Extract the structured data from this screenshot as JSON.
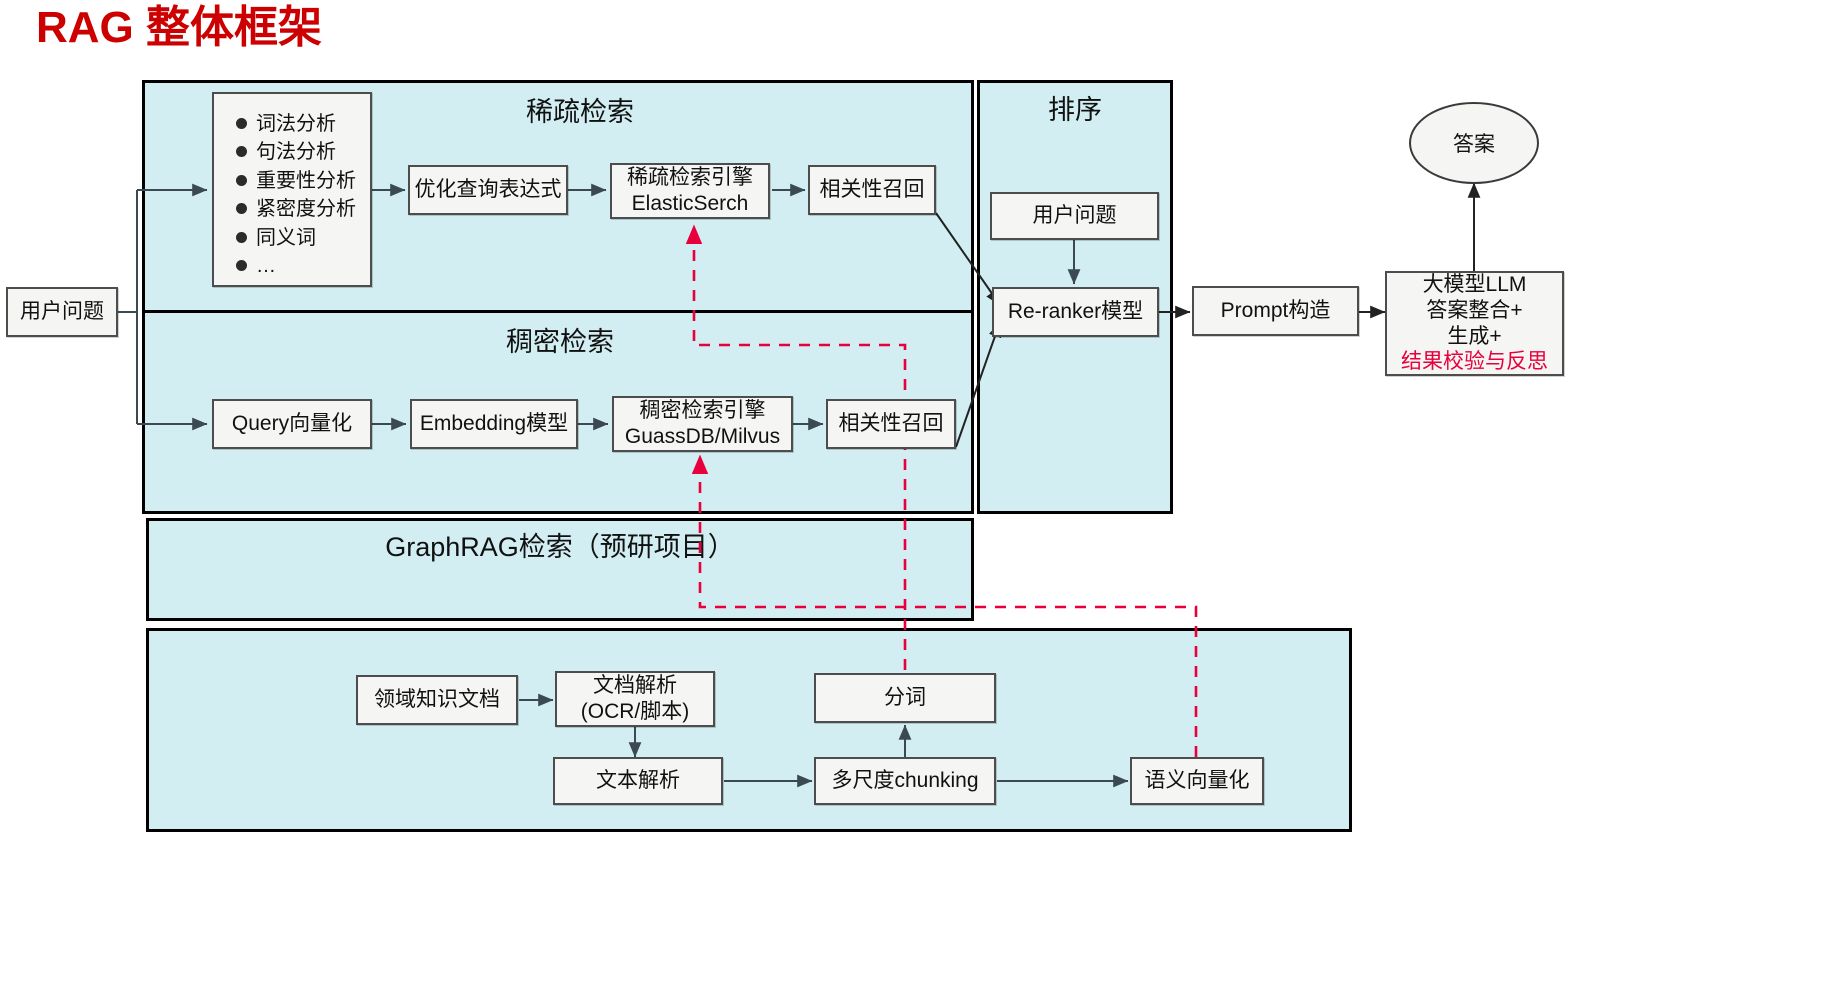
{
  "title": "RAG 整体框架",
  "colors": {
    "title": "#cc0000",
    "panel_fill": "#d2eef2",
    "panel_border": "#000000",
    "box_fill": "#f5f5f3",
    "box_border": "#4d4d4d",
    "dashed_flow": "#e8003c",
    "accent_red_text": "#e8003c"
  },
  "entry": {
    "label": "用户问题"
  },
  "sparse": {
    "panel_title": "稀疏检索",
    "analysis_bullets": [
      "词法分析",
      "句法分析",
      "重要性分析",
      "紧密度分析",
      "同义词",
      "…"
    ],
    "steps": [
      {
        "label": "优化查询表达式"
      },
      {
        "line1": "稀疏检索引擎",
        "line2": "ElasticSerch"
      },
      {
        "label": "相关性召回"
      }
    ]
  },
  "dense": {
    "panel_title": "稠密检索",
    "steps": [
      {
        "label": "Query向量化"
      },
      {
        "label": "Embedding模型"
      },
      {
        "line1": "稠密检索引擎",
        "line2": "GuassDB/Milvus"
      },
      {
        "label": "相关性召回"
      }
    ]
  },
  "graphrag": {
    "panel_title": "GraphRAG检索（预研项目）"
  },
  "rank": {
    "panel_title": "排序",
    "user_question": "用户问题",
    "reranker": "Re-ranker模型"
  },
  "generation": {
    "prompt_build": "Prompt构造",
    "llm": {
      "line1": "大模型LLM",
      "line2": "答案整合+",
      "line3": "生成+",
      "line4_red": "结果校验与反思"
    },
    "answer": "答案"
  },
  "ingestion": {
    "steps": [
      {
        "label": "领域知识文档"
      },
      {
        "line1": "文档解析",
        "line2": "(OCR/脚本)"
      },
      {
        "label": "文本解析"
      },
      {
        "label": "多尺度chunking"
      },
      {
        "label": "分词"
      },
      {
        "label": "语义向量化"
      }
    ]
  }
}
